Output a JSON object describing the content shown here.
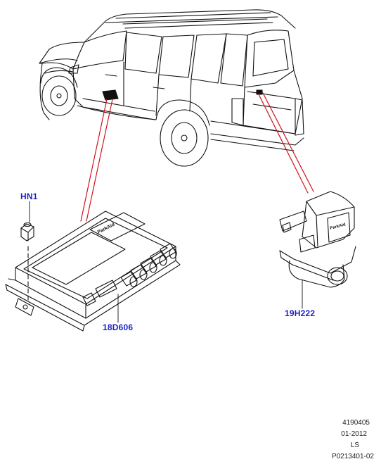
{
  "callouts": {
    "nut": "HN1",
    "control_module": "18D606",
    "sensor": "19H222"
  },
  "module_label": "ParkAid",
  "sensor_label": "ParkAid",
  "reference": {
    "line1": "4190405",
    "line2": "01-2012",
    "line3": "LS",
    "line4": "P0213401-02"
  },
  "colors": {
    "callout_text": "#1a1fc4",
    "leader_line": "#d0121b",
    "outline": "#111111"
  }
}
